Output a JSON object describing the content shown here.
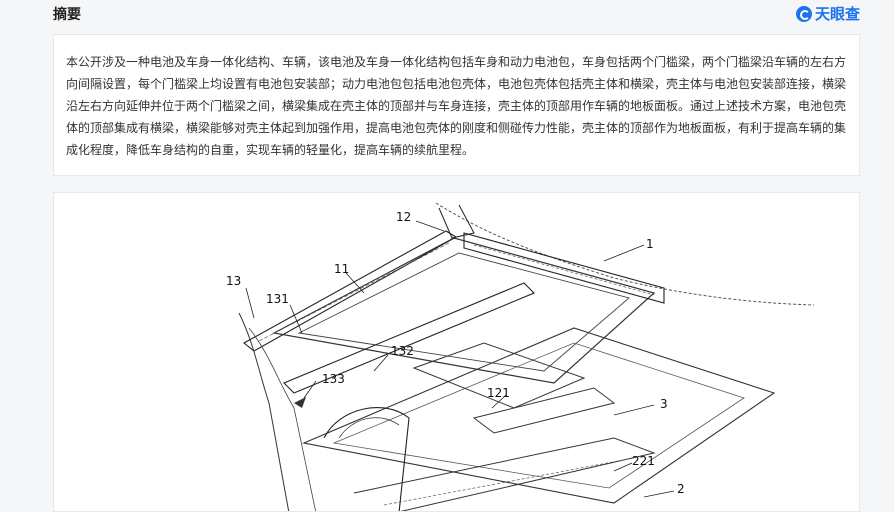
{
  "header": {
    "section_title": "摘要",
    "brand_name": "天眼查",
    "brand_icon": "tianyancha-logo-icon"
  },
  "abstract": {
    "text": "本公开涉及一种电池及车身一体化结构、车辆，该电池及车身一体化结构包括车身和动力电池包，车身包括两个门槛梁，两个门槛梁沿车辆的左右方向间隔设置，每个门槛梁上均设置有电池包安装部；动力电池包包括电池包壳体，电池包壳体包括壳主体和横梁，壳主体与电池包安装部连接，横梁沿左右方向延伸并位于两个门槛梁之间，横梁集成在壳主体的顶部并与车身连接，壳主体的顶部用作车辆的地板面板。通过上述技术方案，电池包壳体的顶部集成有横梁，横梁能够对壳主体起到加强作用，提高电池包壳体的刚度和侧碰传力性能，壳主体的顶部作为地板面板，有利于提高车辆的集成化程度，降低车身结构的自重，实现车辆的轻量化，提高车辆的续航里程。"
  },
  "figure": {
    "labels": {
      "l12": "12",
      "l1": "1",
      "l11": "11",
      "l13": "13",
      "l131": "131",
      "l132": "132",
      "l133": "133",
      "l121": "121",
      "l3": "3",
      "l221": "221",
      "l2": "2"
    }
  }
}
